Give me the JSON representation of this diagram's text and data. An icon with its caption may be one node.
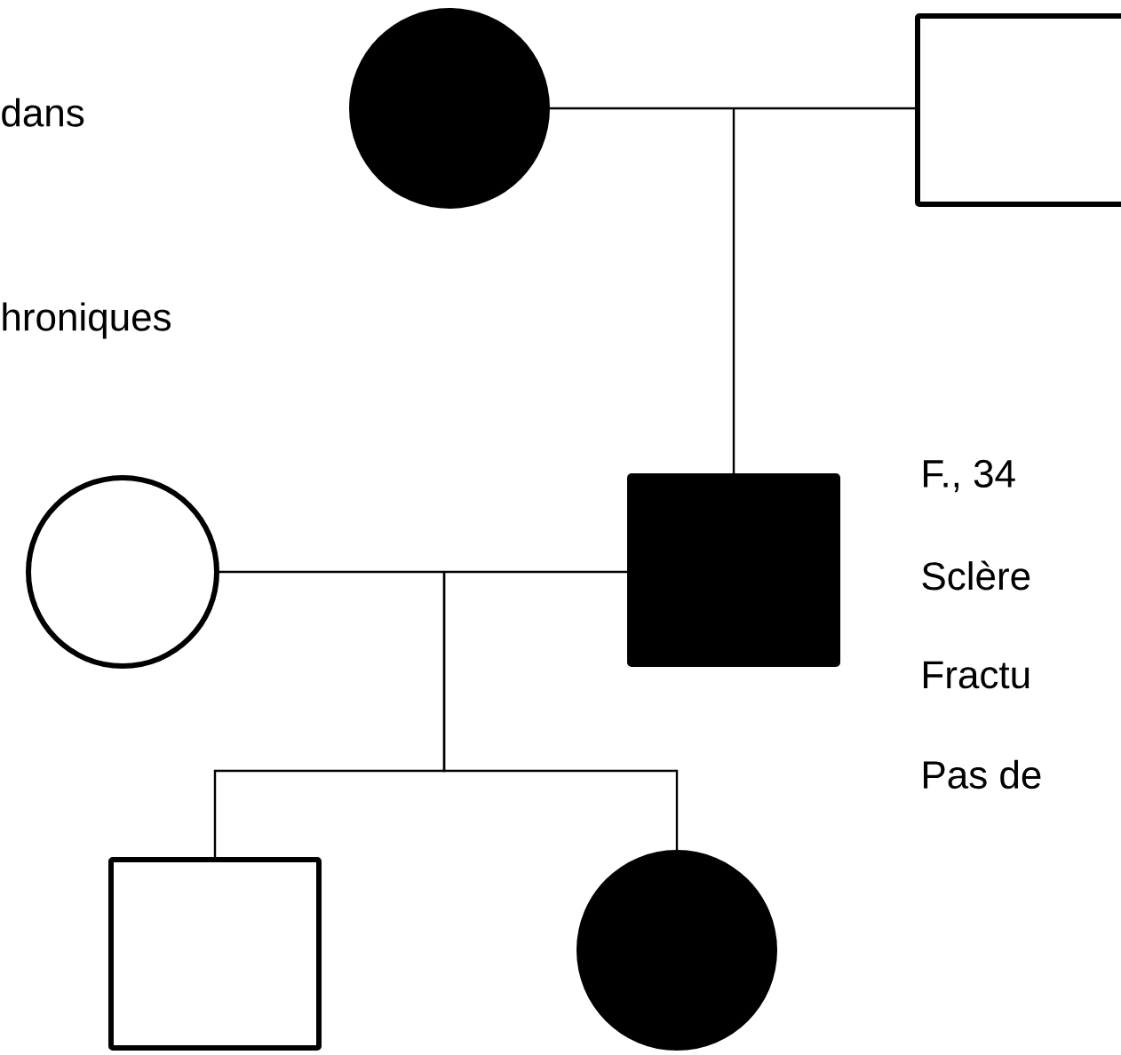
{
  "diagram": {
    "nodes": [
      {
        "text": [],
        "shape": "circle"
      },
      {
        "text": [],
        "shape": "box"
      },
      {
        "text": [],
        "shape": "circle"
      },
      {
        "text": [],
        "shape": "box",
        "beside": [
          "F., 34",
          "Sclère",
          "Fractu",
          "Pas de"
        ]
      },
      {
        "text": [],
        "shape": "box"
      },
      {
        "text": [],
        "shape": "circle"
      }
    ],
    "edges": [
      {
        "from": 0,
        "to": 1,
        "arrow": "none"
      },
      {
        "from": null,
        "to": 3,
        "arrow": "none"
      },
      {
        "from": 2,
        "to": 3,
        "arrow": "none"
      },
      {
        "from": null,
        "to": 4,
        "arrow": "none"
      },
      {
        "from": null,
        "to": 5,
        "arrow": "none"
      }
    ],
    "labels": [
      "dans",
      "hroniques"
    ]
  }
}
